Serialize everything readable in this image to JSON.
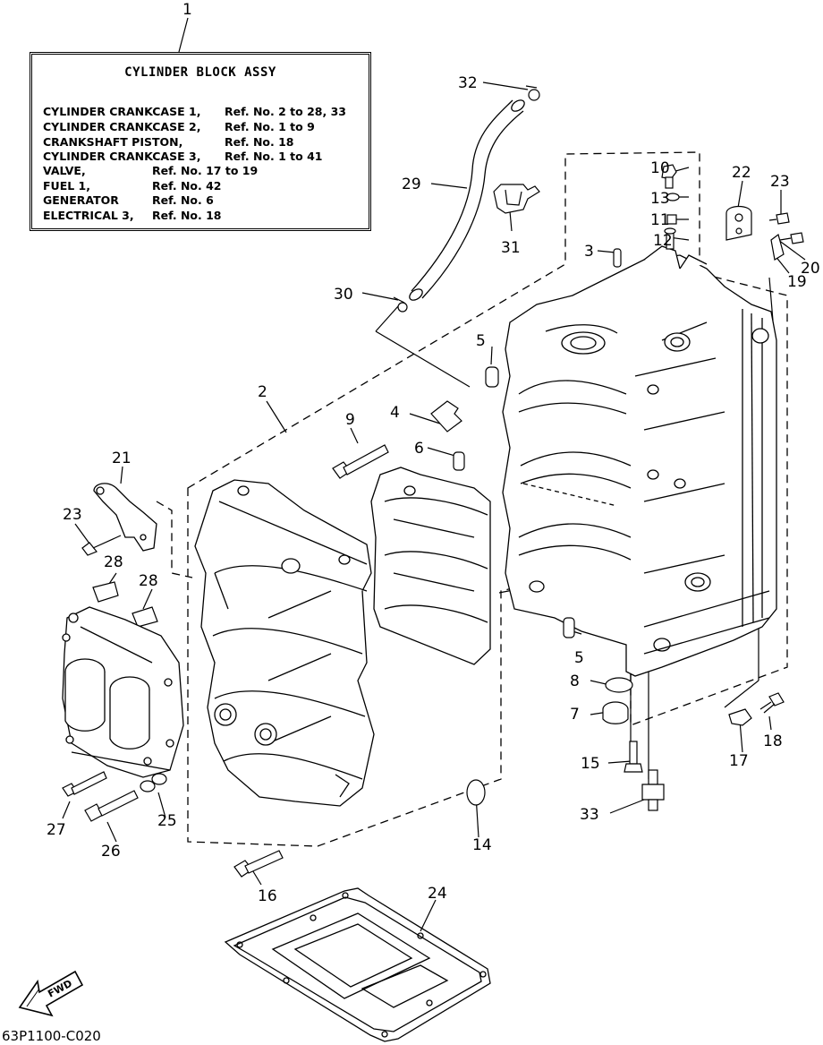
{
  "info_box": {
    "title": "CYLINDER BLOCK ASSY",
    "rows": [
      {
        "name": "CYLINDER CRANKCASE 1,",
        "ref": "Ref. No. 2 to 28, 33"
      },
      {
        "name": "CYLINDER CRANKCASE 2,",
        "ref": "Ref. No. 1 to 9"
      },
      {
        "name": "CRANKSHAFT PISTON,",
        "ref": "Ref. No. 18"
      },
      {
        "name": "CYLINDER CRANKCASE 3,",
        "ref": "Ref. No. 1 to 41"
      },
      {
        "name": "VALVE,",
        "ref": "Ref. No. 17 to 19"
      },
      {
        "name": "FUEL 1,",
        "ref": "Ref. No. 42"
      },
      {
        "name": "GENERATOR",
        "ref": "Ref. No. 6"
      },
      {
        "name": "ELECTRICAL 3,",
        "ref": "Ref. No. 18"
      }
    ]
  },
  "part_numbers": [
    "1",
    "2",
    "3",
    "4",
    "5",
    "5",
    "6",
    "7",
    "8",
    "9",
    "10",
    "11",
    "12",
    "13",
    "14",
    "15",
    "16",
    "17",
    "18",
    "19",
    "20",
    "21",
    "22",
    "23",
    "23",
    "24",
    "25",
    "26",
    "27",
    "28",
    "28",
    "29",
    "30",
    "31",
    "32",
    "33"
  ],
  "fwd_label": "FWD",
  "diagram_code": "63P1100-C020"
}
